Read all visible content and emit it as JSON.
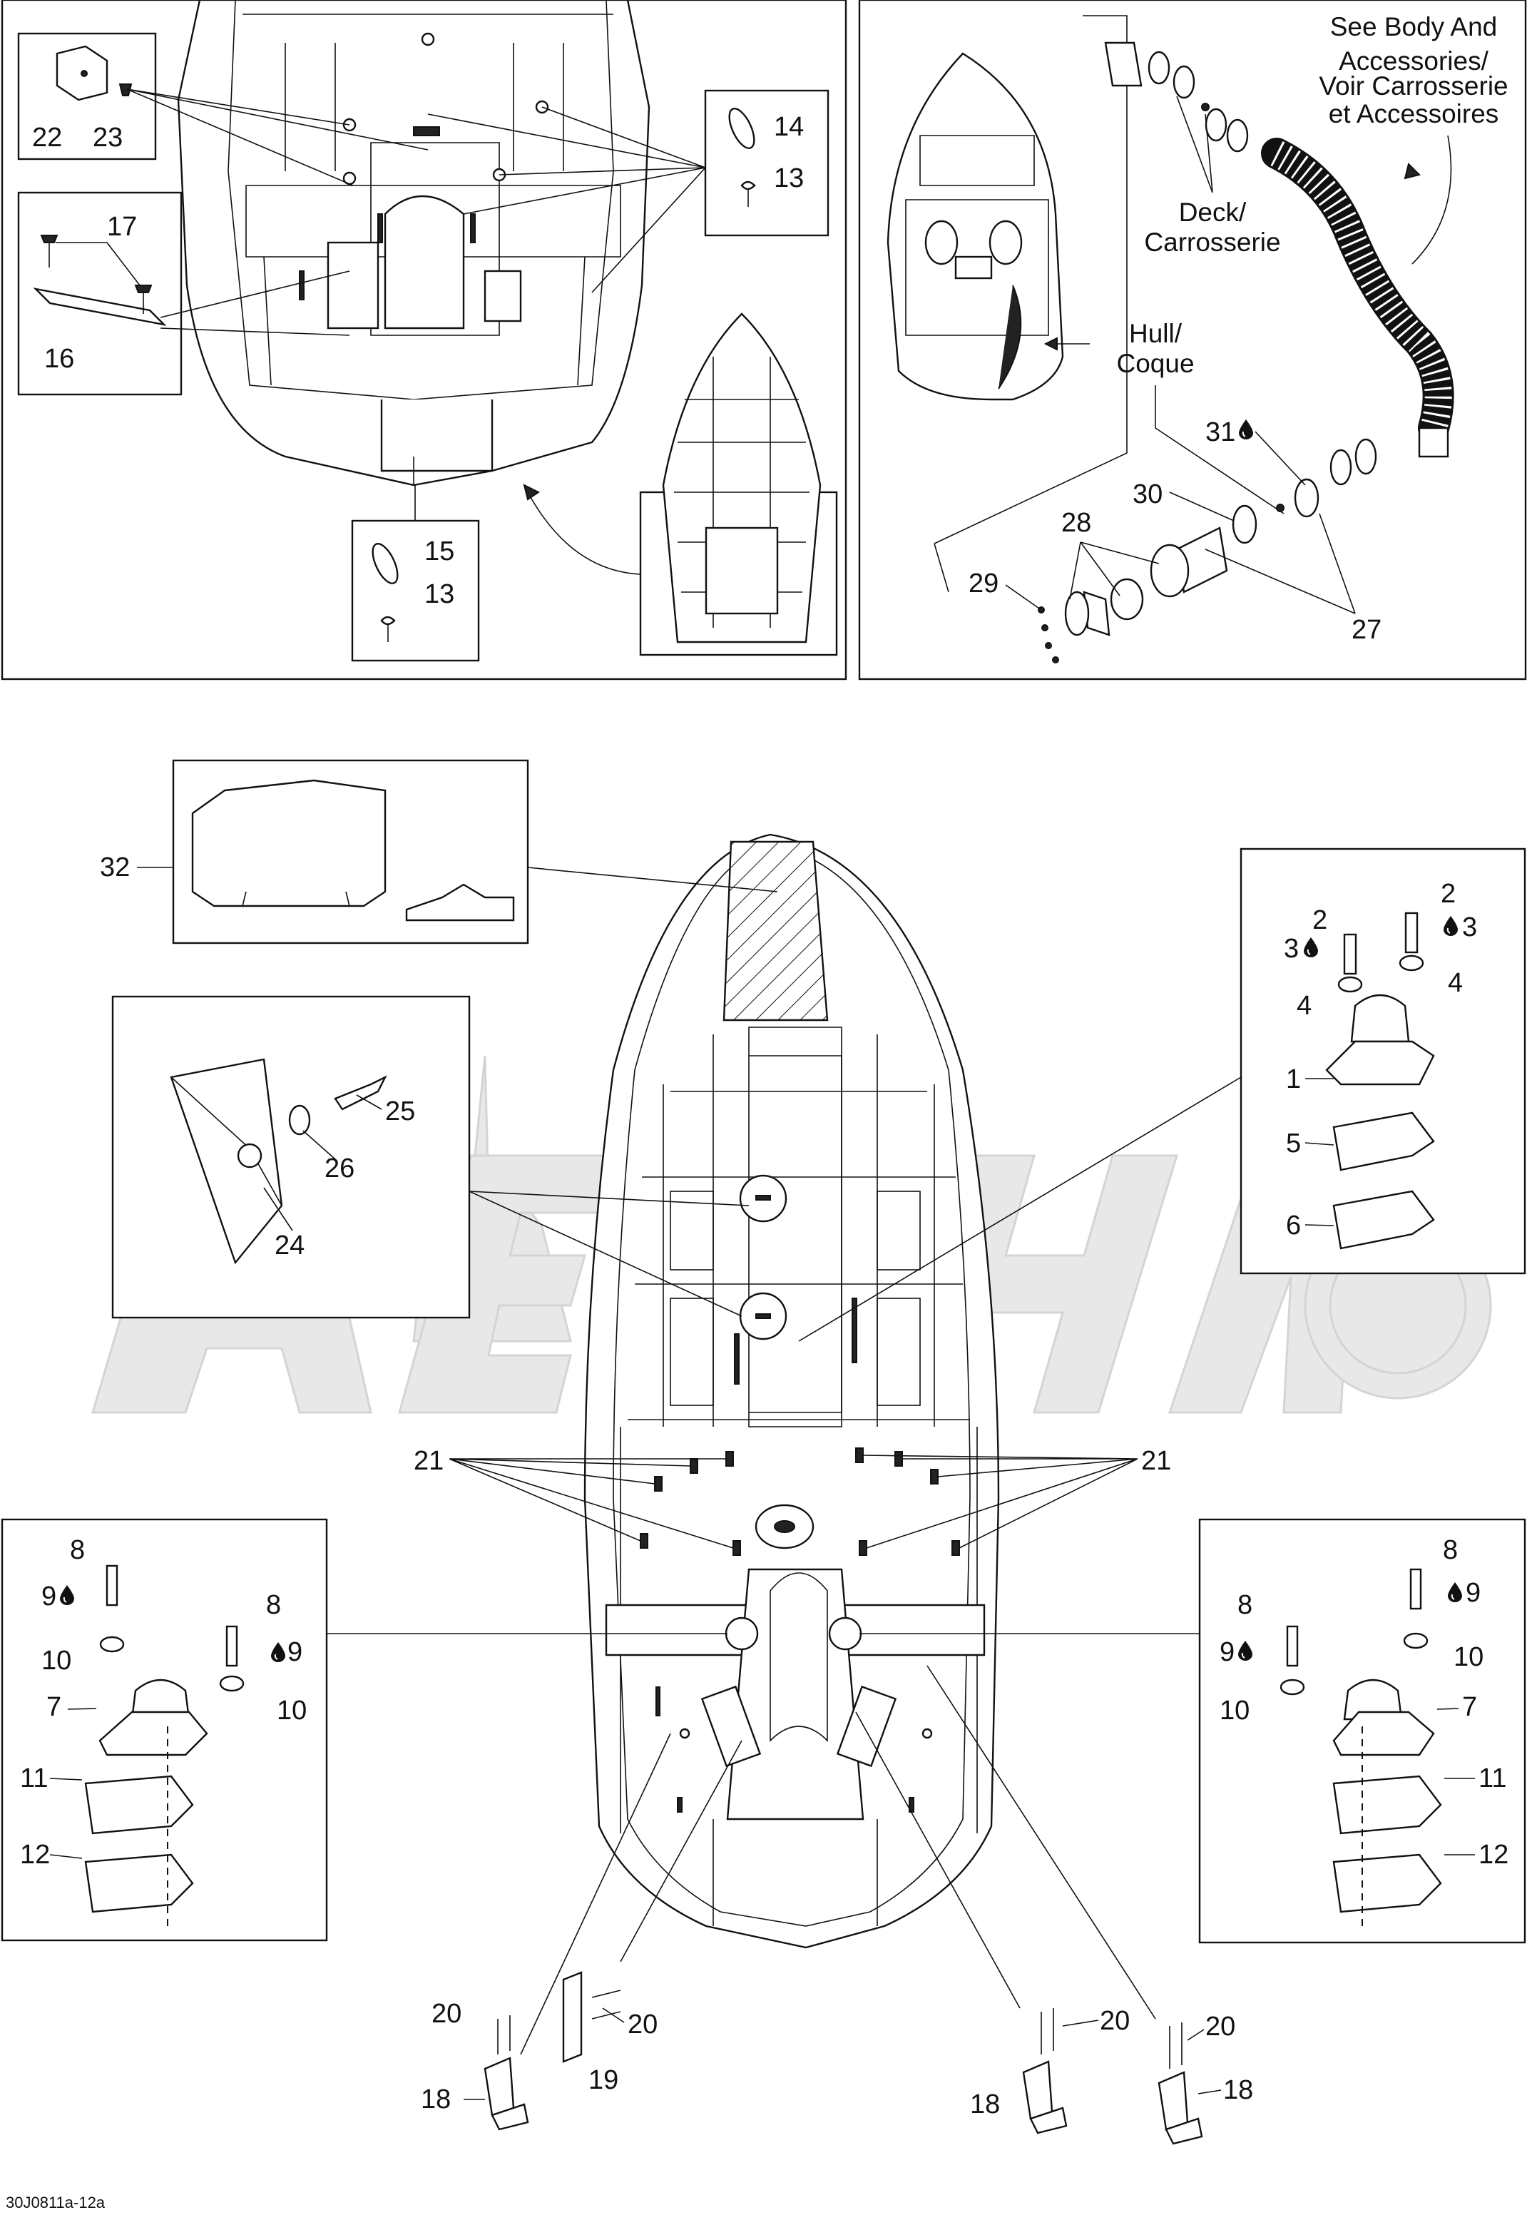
{
  "figure_code": "30J0811a-12a",
  "watermark_text": "AeHHAMO",
  "callouts": {
    "c22": "22",
    "c23": "23",
    "c14": "14",
    "c13a": "13",
    "c17": "17",
    "c16": "16",
    "c15": "15",
    "c13b": "13",
    "c29": "29",
    "c28": "28",
    "c30": "30",
    "c31": "31",
    "c27": "27",
    "c32": "32",
    "c25": "25",
    "c26": "26",
    "c24": "24",
    "r2a": "2",
    "r2b": "2",
    "r3a": "3",
    "r3b": "3",
    "r4a": "4",
    "r4b": "4",
    "r1": "1",
    "r5": "5",
    "r6": "6",
    "c21a": "21",
    "c21b": "21",
    "l8a": "8",
    "l9a": "9",
    "l8b": "8",
    "l9b": "9",
    "l10a": "10",
    "l10b": "10",
    "l7": "7",
    "l11": "11",
    "l12": "12",
    "rr8a": "8",
    "rr9a": "9",
    "rr8b": "8",
    "rr9b": "9",
    "rr10a": "10",
    "rr10b": "10",
    "rr7": "7",
    "rr11": "11",
    "rr12": "12",
    "b20a": "20",
    "b18a": "18",
    "b20b": "20",
    "b19": "19",
    "b20c": "20",
    "b18b": "18",
    "b20d": "20",
    "b18c": "18"
  },
  "notes": {
    "see_body_1": "See Body And",
    "see_body_2": "Accessories/",
    "see_body_3": "Voir Carrosserie",
    "see_body_4": "et Accessoires",
    "deck_1": "Deck/",
    "deck_2": "Carrosserie",
    "hull_1": "Hull/",
    "hull_2": "Coque"
  },
  "icons": [
    "oil-drop-icon"
  ]
}
